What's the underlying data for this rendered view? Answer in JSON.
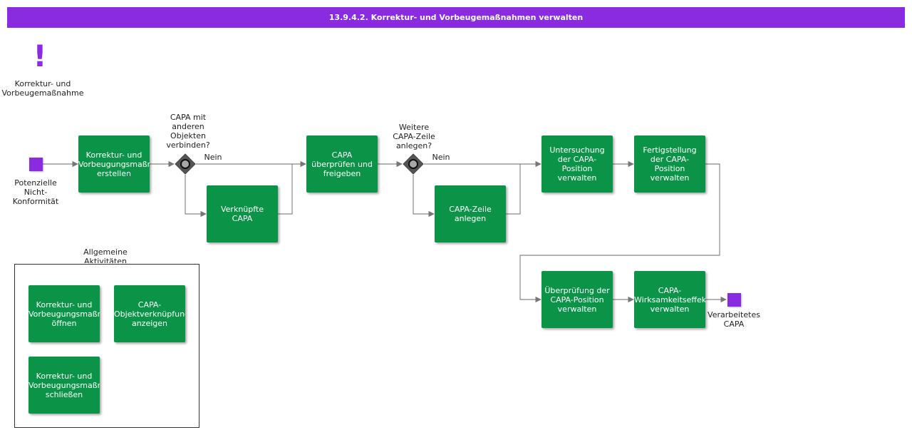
{
  "title": "13.9.4.2. Korrektur- und Vorbeugemaßnahmen verwalten",
  "colors": {
    "header": "#8a2be2",
    "task": "#0b9448",
    "event": "#8a2be2",
    "gateway": "#555555"
  },
  "legend": {
    "icon": "exclamation-icon",
    "label": "Korrektur- und\nVorbeugemaßnahme"
  },
  "events": {
    "start": "Potenzielle\nNicht-\nKonformität",
    "end": "Verarbeitetes\nCAPA"
  },
  "gateways": {
    "g1": {
      "question": "CAPA mit\nanderen\nObjekten\nverbinden?",
      "branch": "Nein"
    },
    "g2": {
      "question": "Weitere\nCAPA-Zeile\nanlegen?",
      "branch": "Nein"
    }
  },
  "tasks": {
    "t1": "Korrektur- und\nVorbeugungsmaßnahme\nerstellen",
    "t2": "Verknüpfte\nCAPA",
    "t3": "CAPA\nüberprüfen und\nfreigeben",
    "t4": "CAPA-Zeile\nanlegen",
    "t5": "Untersuchung\nder CAPA-\nPosition\nverwalten",
    "t6": "Fertigstellung\nder CAPA-\nPosition\nverwalten",
    "t7": "Überprüfung der\nCAPA-Position\nverwalten",
    "t8": "CAPA-\nWirksamkeitseffektivitätsbewertung\nverwalten"
  },
  "general": {
    "title": "Allgemeine\nAktivitäten",
    "a1": "Korrektur- und\nVorbeugungsmaßnahme\nöffnen",
    "a2": "CAPA-\nObjektverknüpfungen\nanzeigen",
    "a3": "Korrektur- und\nVorbeugungsmaßnahme\nschließen"
  }
}
